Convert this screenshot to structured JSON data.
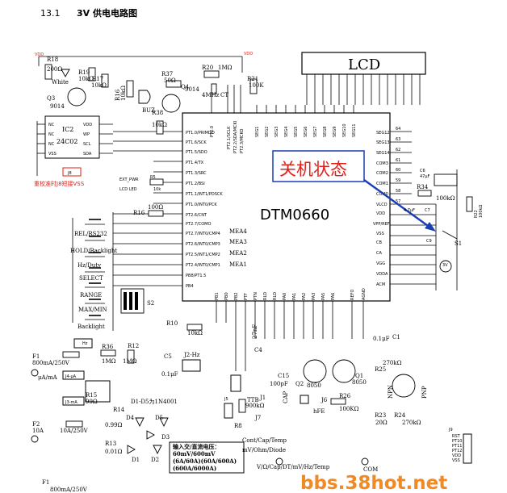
{
  "header": {
    "section": "13.1",
    "title": "3V 供电电路图"
  },
  "chip": {
    "name": "DTM0660",
    "meas_labels": [
      "MEA4",
      "MEA3",
      "MEA2",
      "MEA1"
    ]
  },
  "lcd": {
    "label": "LCD"
  },
  "annotation": {
    "text": "关机状态",
    "color": "#e0201a",
    "arrow_color": "#1a3fb5"
  },
  "ic2": {
    "name": "IC2",
    "part": "24C02",
    "left_pins": [
      "NC",
      "NC",
      "NC",
      "VSS"
    ],
    "right_pins": [
      "VDD",
      "WP",
      "SCL",
      "SDA"
    ]
  },
  "calib_note": "重校准时J8短接VSS",
  "rails": {
    "vdd": "VDD",
    "vss": "VSS"
  },
  "components": {
    "r18": [
      "R18",
      "200Ω"
    ],
    "r19": [
      "R19",
      "10kΩ"
    ],
    "r17": [
      "R17",
      "10kΩ"
    ],
    "r16k": [
      "R16",
      "10kΩ"
    ],
    "r37": [
      "R37",
      "50Ω"
    ],
    "r38": [
      "R38",
      "10kΩ"
    ],
    "r20": [
      "R20",
      "1MΩ"
    ],
    "r21": [
      "R21",
      "100K"
    ],
    "r16": [
      "R16",
      "100Ω"
    ],
    "r5": [
      "R5",
      "10k"
    ],
    "r10": [
      "R10",
      "10kΩ"
    ],
    "r36": [
      "R36",
      "1MΩ"
    ],
    "r12": [
      "R12",
      "1MΩ"
    ],
    "r15": [
      "R15",
      "99Ω"
    ],
    "r14": [
      "R14",
      "0.99Ω"
    ],
    "r13": [
      "R13",
      "0.01Ω"
    ],
    "r34": [
      "R34",
      "100kΩ"
    ],
    "r22": [
      "R22",
      "100kΩ"
    ],
    "r25": [
      "R25",
      "270kΩ"
    ],
    "r26": [
      "R26",
      "100KΩ"
    ],
    "r23": [
      "R23",
      "20Ω"
    ],
    "r24": [
      "R24",
      "270kΩ"
    ],
    "r8": [
      "R8",
      "900kΩ"
    ],
    "q3": [
      "Q3",
      "9014"
    ],
    "q4": [
      "Q4",
      "9014"
    ],
    "q1": [
      "Q1",
      "8050"
    ],
    "q2": [
      "Q2",
      "8050"
    ],
    "x1": "4MHz",
    "c6": [
      "C6",
      "47μF"
    ],
    "c7": [
      "C7",
      "4.7μF"
    ],
    "c9": "C9",
    "c5": [
      "C5",
      "0.1μF"
    ],
    "c1": [
      "C1",
      "0.1μF"
    ],
    "c15": [
      "C15",
      "100pF"
    ],
    "c4": "C4",
    "c27": "27nF"
  },
  "labels": {
    "white": "White",
    "buz": "BUZ",
    "ct": "CT",
    "ext_pwr": "EXT_PWR",
    "lcd_led": "LCD LED",
    "s2": "S2",
    "s1": "S1",
    "v3": "3V",
    "j8": "J8",
    "j2": "J2-Hz",
    "j4": "J4-μA",
    "j3": "J3-mA",
    "j5": "J5",
    "j6": "J6",
    "j7": "J7",
    "j1": "J1",
    "cap": "CAP",
    "ttb": "TTB",
    "hfe": "hFE",
    "npn": "NPN",
    "pnp": "PNP",
    "diodes": "D1-D5为1N4001",
    "hz": "Hz",
    "com": "COM",
    "jacks": [
      "μA/mA",
      "10A",
      "Cont/Cap/Temp",
      "mV/Ohm/Diode",
      "V/Ω/Cap/DT/mV/Hz/Temp",
      "COM"
    ],
    "diode_labels": [
      "D4",
      "D5",
      "D3",
      "D1",
      "D2"
    ],
    "fuses": [
      [
        "F1",
        "800mA/250V"
      ],
      [
        "F2",
        "10A/250V"
      ],
      [
        "F1",
        "800mA/250V"
      ]
    ],
    "buttons": [
      "REL/RS232",
      "HOLD/Backlight",
      "Hz/Duty",
      "SELECT",
      "RANGE",
      "MAX/MIN",
      "Backlight"
    ],
    "voltage_box": [
      "输入交/直流电压：",
      "60mV/600mV",
      "(6A/60A)(60A/600A)",
      "(600A/6000A)"
    ],
    "connector": [
      "RST",
      "PT10",
      "PT11",
      "PT12",
      "VDD",
      "VSS"
    ],
    "connector_name": "J9",
    "pin_numbers_right": [
      "64",
      "63",
      "62",
      "61",
      "60",
      "59",
      "58",
      "57"
    ],
    "top_pins": [
      "PT2.0",
      "PT2.1/SCLK",
      "PT2.2/SDA/MCKI",
      "PT2.3/MCKO",
      "SEG1",
      "SEG2",
      "SEG3",
      "SEG4",
      "SEG5",
      "SEG6",
      "SEG7",
      "SEG8",
      "SEG9",
      "SEG10",
      "SEG11"
    ],
    "left_pins": [
      "PT1.0/PRIMDO",
      "PT1.6/SCK",
      "PT1.5/SDO",
      "PT1.4/TX",
      "PT1.3/SRC",
      "PT1.2/BSI",
      "PT1.1/INT1/PDSCK",
      "PT1.0/INT0/PCK",
      "PT2.6/CNT",
      "PT2.7/COMO",
      "PT2.7/INT0/CMP4",
      "PT2.6/INT0/CMP3",
      "PT2.5/INT1/CMP2",
      "PT2.4/INT0/CMP1",
      "PB8/PT1.5",
      "PB4"
    ],
    "right_pins": [
      "SEG12",
      "SEG13",
      "SEG14",
      "COM3",
      "COM2",
      "COM1",
      "COM0",
      "VLCD",
      "VDD",
      "VPP/REF",
      "VSS",
      "CB",
      "CA",
      "VGG",
      "VDDA",
      "ACM"
    ],
    "bottom_pins": [
      "PB1",
      "PB0",
      "PB2",
      "PTF",
      "PTN",
      "RLD",
      "RLD",
      "PA0",
      "PA1",
      "PA2",
      "PA3",
      "PA5",
      "PA6",
      "REFO",
      "AGND"
    ]
  },
  "watermark": "bbs.38hot.net"
}
